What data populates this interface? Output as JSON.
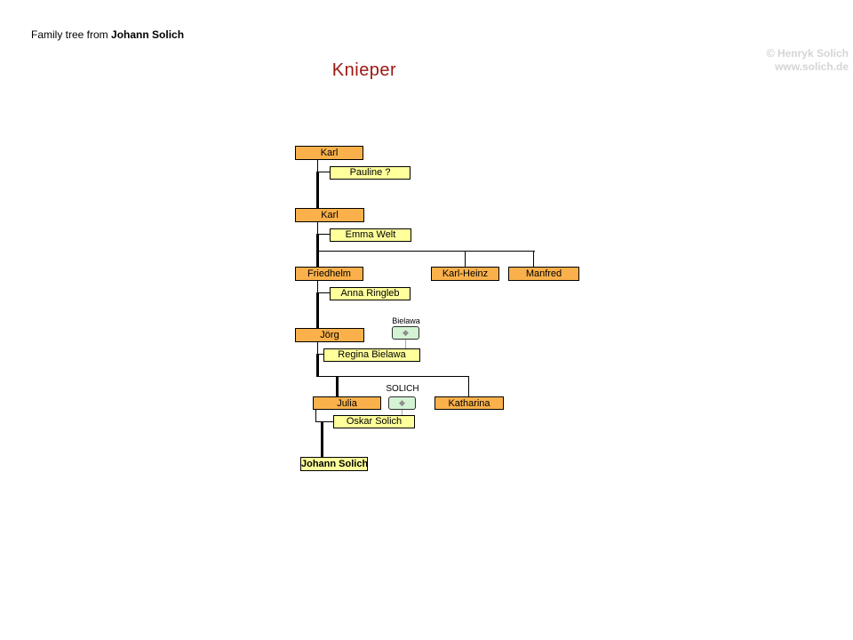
{
  "header": {
    "prefix": "Family tree from",
    "name": "Johann Solich"
  },
  "title": {
    "text": "Knieper",
    "color": "#9A1710"
  },
  "watermark": {
    "symbol": "©",
    "name": "Henryk Solich",
    "url": "www.solich.de",
    "color": "#D5D5D5"
  },
  "colors": {
    "male_box": "#FBB14B",
    "spouse_box": "#FFFF9B",
    "family_box": "#D4F3D4",
    "line": "#000000",
    "connector_gray": "#A9A9A9",
    "diamond": "#8E8E8E",
    "title": "#9A1710",
    "watermark": "#D5D5D5"
  },
  "tree": {
    "people": [
      {
        "name": "Karl"
      },
      {
        "name": "Pauline ?"
      },
      {
        "name": "Karl"
      },
      {
        "name": "Emma Welt"
      },
      {
        "name": "Friedhelm"
      },
      {
        "name": "Karl-Heinz"
      },
      {
        "name": "Manfred"
      },
      {
        "name": "Anna Ringleb"
      },
      {
        "name": "Jörg"
      },
      {
        "name": "Regina Bielawa"
      },
      {
        "name": "Julia"
      },
      {
        "name": "Katharina"
      },
      {
        "name": "Oskar Solich"
      },
      {
        "name": "Johann Solich"
      }
    ],
    "family_labels": [
      {
        "text": "Bielawa"
      },
      {
        "text": "SOLICH"
      }
    ],
    "diamond_glyph": "◆"
  }
}
